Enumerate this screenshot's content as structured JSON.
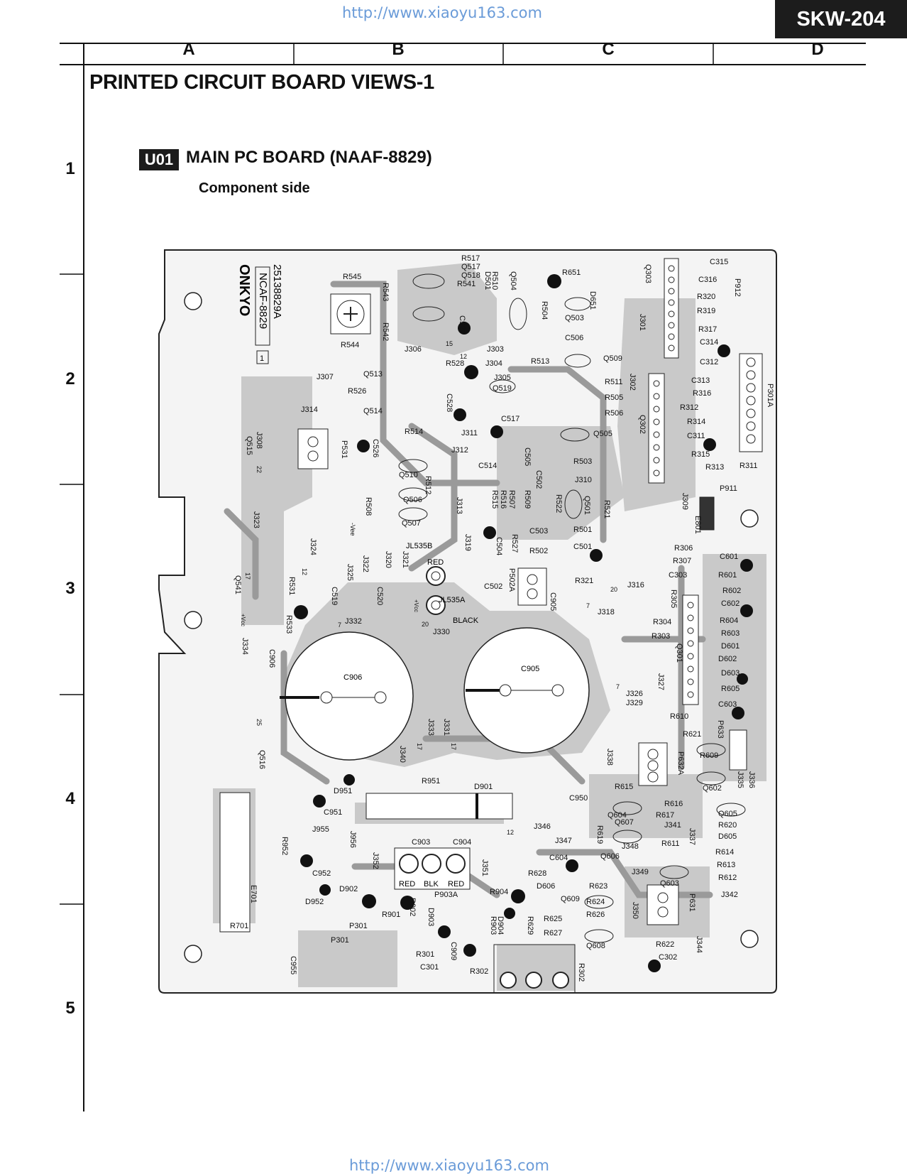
{
  "header": {
    "url_top": "http://www.xiaoyu163.com",
    "url_bottom": "http://www.xiaoyu163.com",
    "model": "SKW-204"
  },
  "grid": {
    "columns": [
      "A",
      "B",
      "C",
      "D"
    ],
    "rows": [
      "1",
      "2",
      "3",
      "4",
      "5"
    ]
  },
  "page": {
    "title": "PRINTED CIRCUIT BOARD VIEWS-1",
    "board_badge": "U01",
    "board_title": "MAIN PC BOARD (NAAF-8829)",
    "subtitle": "Component side"
  },
  "board": {
    "brand": "ONKYO",
    "part_code": "NCAF-8829",
    "part_number": "25138829A",
    "marker_1": "1",
    "cap_main_left": "C906",
    "cap_main_right": "C905",
    "terminal_red": "RED",
    "terminal_black": "BLACK",
    "jack_red_1": "RED",
    "jack_blk": "BLK",
    "jack_red_2": "RED",
    "jl535b": "JL535B",
    "jl535a": "JL535A",
    "labels": {
      "r545": "R545",
      "r544": "R544",
      "r543": "R543",
      "r542": "R542",
      "r517": "R517",
      "q517": "Q517",
      "q518": "Q518",
      "r541": "R541",
      "d501": "D501",
      "r510": "R510",
      "q504": "Q504",
      "r651": "R651",
      "d651": "D651",
      "c527": "C527",
      "r504": "R504",
      "q503": "Q503",
      "c506": "C506",
      "j306": "J306",
      "j303": "J303",
      "r513": "R513",
      "q509": "Q509",
      "r528": "R528",
      "j304": "J304",
      "j305": "J305",
      "q519": "Q519",
      "j307": "J307",
      "q513": "Q513",
      "r526": "R526",
      "q514": "Q514",
      "c528": "C528",
      "r511": "R511",
      "r505": "R505",
      "r506": "R506",
      "j302": "J302",
      "j314": "J314",
      "c517": "C517",
      "j311": "J311",
      "r514": "R514",
      "j312": "J312",
      "q505": "Q505",
      "c526": "C526",
      "p531": "P531",
      "q515": "Q515",
      "j308": "J308",
      "c505": "C505",
      "c514": "C514",
      "r503": "R503",
      "q510": "Q510",
      "r512": "R512",
      "q506": "Q506",
      "r508": "R508",
      "q507": "Q507",
      "j313": "J313",
      "r515": "R515",
      "r516": "R516",
      "r507": "R507",
      "r509": "R509",
      "c502x": "C502",
      "r522": "R522",
      "j310": "J310",
      "q501": "Q501",
      "r521": "R521",
      "c504": "C504",
      "r527": "R527",
      "c503": "C503",
      "r502": "R502",
      "r501": "R501",
      "c501": "C501",
      "j319": "J319",
      "j323": "J323",
      "j324": "J324",
      "vee": "-Vee",
      "j322": "J322",
      "j320": "J320",
      "j321": "J321",
      "j325": "J325",
      "q541": "Q541",
      "r531": "R531",
      "c519": "C519",
      "c520": "C520",
      "r533": "R533",
      "c502": "C502",
      "p502a": "P502A",
      "vcc": "+Vcc",
      "c905b": "C905",
      "j332": "J332",
      "j330": "J330",
      "j334": "J334",
      "vcc2": "+Vcc",
      "c906b": "C906",
      "r321": "R321",
      "j316": "J316",
      "j318": "J318",
      "q303": "Q303",
      "c315": "C315",
      "c316": "C316",
      "p912": "P912",
      "r320": "R320",
      "j301": "J301",
      "r319": "R319",
      "r317": "R317",
      "c314": "C314",
      "c312": "C312",
      "c313": "C313",
      "r316": "R316",
      "r312": "R312",
      "p301a": "P301A",
      "r314": "R314",
      "q302": "Q302",
      "c311": "C311",
      "r315": "R315",
      "r313": "R313",
      "r311": "R311",
      "j309": "J309",
      "p911": "P911",
      "e801": "E801",
      "r306": "R306",
      "r307": "R307",
      "c303": "C303",
      "r305": "R305",
      "c601": "C601",
      "r601": "R601",
      "r602": "R602",
      "c602": "C602",
      "r604": "R604",
      "r603": "R603",
      "d601": "D601",
      "d602": "D602",
      "d603": "D603",
      "r605": "R605",
      "r304": "R304",
      "r303": "R303",
      "q301": "Q301",
      "j327": "J327",
      "j326": "J326",
      "j329": "J329",
      "c603": "C603",
      "r610": "R610",
      "r621": "R621",
      "p633": "P633",
      "r609": "R609",
      "j335": "J335",
      "j336": "J336",
      "q602": "Q602",
      "j338": "J338",
      "p632a": "P632A",
      "r615": "R615",
      "r616": "R616",
      "c950": "C950",
      "q604": "Q604",
      "r617": "R617",
      "q605": "Q605",
      "q607": "Q607",
      "r620": "R620",
      "j341": "J341",
      "d605": "D605",
      "r619": "R619",
      "j337": "J337",
      "r614": "R614",
      "j347": "J347",
      "j346": "J346",
      "j348": "J348",
      "r611": "R611",
      "q606": "Q606",
      "r613": "R613",
      "c604": "C604",
      "j349": "J349",
      "r612": "R612",
      "q603": "Q603",
      "j342": "J342",
      "r628": "R628",
      "d606": "D606",
      "r623": "R623",
      "p631": "P631",
      "q609": "Q609",
      "r624": "R624",
      "j350": "J350",
      "r626": "R626",
      "r625": "R625",
      "r627": "R627",
      "q608": "Q608",
      "r622": "R622",
      "j344": "J344",
      "c302": "C302",
      "r302b": "R302",
      "j340": "J340",
      "r951": "R951",
      "d901": "D901",
      "d951": "D951",
      "c951": "C951",
      "j955": "J955",
      "j956": "J956",
      "c903": "C903",
      "c904": "C904",
      "j352": "J352",
      "j351": "J351",
      "r952": "R952",
      "c952": "C952",
      "e701": "E701",
      "r701": "R701",
      "d952": "D952",
      "d902": "D902",
      "r901": "R901",
      "r902": "R902",
      "p903a": "P903A",
      "d903": "D903",
      "r904": "R904",
      "r903": "R903",
      "d904": "D904",
      "r629": "R629",
      "p301": "P301",
      "p301b": "P301",
      "c955": "C955",
      "r301": "R301",
      "c301": "C301",
      "c909": "C909",
      "r302": "R302",
      "j331": "J331",
      "j333": "J333",
      "q516": "Q516",
      "n15": "15",
      "n12": "12",
      "n22": "22",
      "n17": "17",
      "n20": "20",
      "n25": "25",
      "n17b": "17",
      "n17c": "17",
      "n12b": "12",
      "n20b": "20",
      "n12c": "12",
      "n7": "7",
      "n7b": "7",
      "n7c": "7"
    }
  }
}
